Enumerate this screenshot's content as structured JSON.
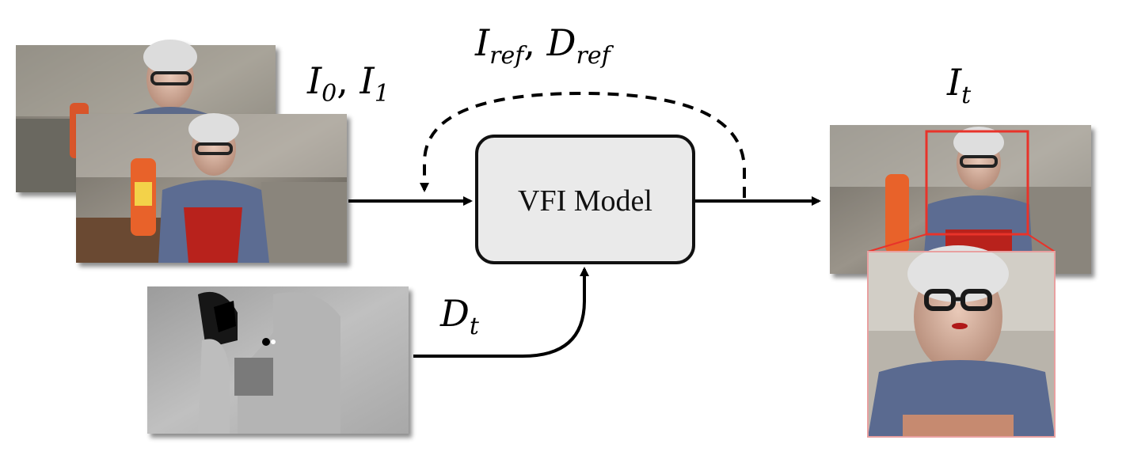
{
  "labels": {
    "input_frames": {
      "a": "I",
      "a_sub": "0",
      "sep": ", ",
      "b": "I",
      "b_sub": "1"
    },
    "reference": {
      "a": "I",
      "a_sub": "ref",
      "sep": ", ",
      "b": "D",
      "b_sub": "ref"
    },
    "output": {
      "a": "I",
      "a_sub": "t"
    },
    "depth": {
      "a": "D",
      "a_sub": "t"
    }
  },
  "model": {
    "label": "VFI Model"
  },
  "colors": {
    "arrow": "#000000",
    "model_fill": "#eaeaea",
    "zoom_box": "#e8332a"
  },
  "images": {
    "frame_0": "elderly-woman-kitchen-frame",
    "frame_1": "elderly-woman-holding-bottle-frame",
    "depth_map": "grayscale-depth-map",
    "output_frame": "interpolated-frame",
    "zoom_crop": "zoomed-face-crop"
  }
}
